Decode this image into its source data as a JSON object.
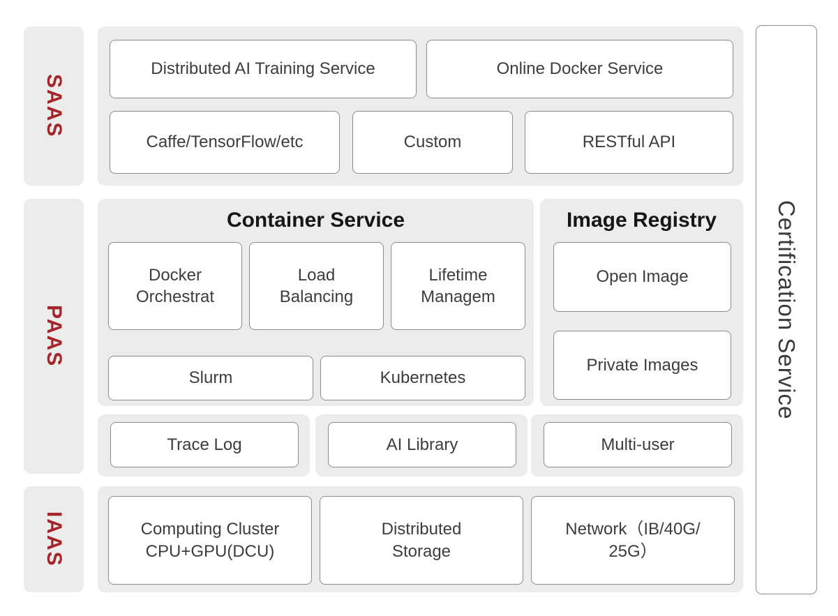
{
  "colors": {
    "accent_red": "#A5262A",
    "panel_gray": "#ECECEC",
    "box_border_gray": "#8C8C8C",
    "text_dark": "#3D3D3D"
  },
  "layers": {
    "saas": {
      "label": "SAAS"
    },
    "paas": {
      "label": "PAAS"
    },
    "iaas": {
      "label": "IAAS"
    }
  },
  "saas": {
    "boxes_row1": [
      {
        "label": "Distributed AI Training Service"
      },
      {
        "label": "Online Docker Service"
      }
    ],
    "boxes_row2": [
      {
        "label": "Caffe/TensorFlow/etc"
      },
      {
        "label": "Custom"
      },
      {
        "label": "RESTful API"
      }
    ]
  },
  "paas": {
    "container_service": {
      "title": "Container Service",
      "cards": [
        {
          "lines": [
            "Docker",
            "Orchestrat"
          ]
        },
        {
          "lines": [
            "Load",
            "Balancing"
          ]
        },
        {
          "lines": [
            "Lifetime",
            "Managem"
          ]
        }
      ],
      "row2": [
        {
          "label": "Slurm"
        },
        {
          "label": "Kubernetes"
        }
      ]
    },
    "image_registry": {
      "title": "Image Registry",
      "cards": [
        {
          "label": "Open Image"
        },
        {
          "label": "Private Images"
        }
      ]
    },
    "bottom_boxes": [
      {
        "label": "Trace Log"
      },
      {
        "label": "AI Library"
      },
      {
        "label": "Multi-user"
      }
    ]
  },
  "iaas": {
    "cards": [
      {
        "lines": [
          "Computing Cluster",
          "CPU+GPU(DCU)"
        ]
      },
      {
        "lines": [
          "Distributed",
          "Storage"
        ]
      },
      {
        "lines": [
          "Network（IB/40G/",
          "25G）"
        ]
      }
    ]
  },
  "certification": {
    "label": "Certification Service"
  }
}
